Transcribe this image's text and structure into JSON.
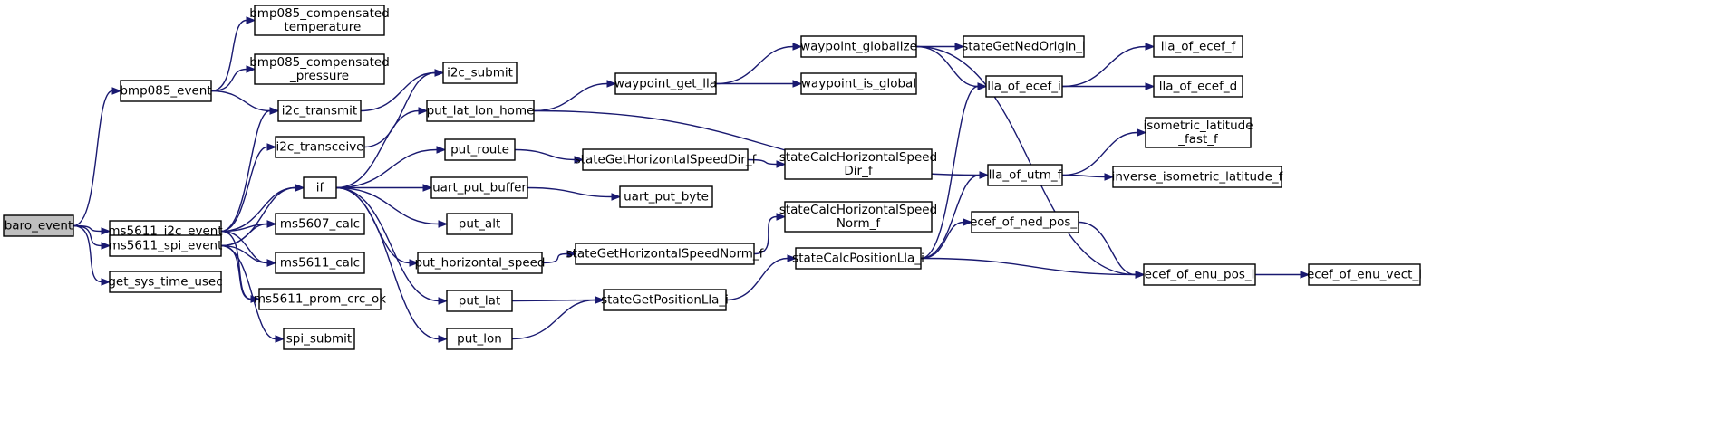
{
  "diagram": {
    "type": "call-graph",
    "colors": {
      "edge": "#191970",
      "node_border": "#000000",
      "node_fill": "#ffffff",
      "root_fill": "#bfbfbf"
    },
    "nodes": [
      {
        "id": "baro_event",
        "lines": [
          "baro_event"
        ],
        "root": true
      },
      {
        "id": "bmp085_event",
        "lines": [
          "bmp085_event"
        ]
      },
      {
        "id": "ms5611_i2c_event",
        "lines": [
          "ms5611_i2c_event"
        ]
      },
      {
        "id": "ms5611_spi_event",
        "lines": [
          "ms5611_spi_event"
        ]
      },
      {
        "id": "get_sys_time_usec",
        "lines": [
          "get_sys_time_usec"
        ]
      },
      {
        "id": "bmp085_compensated_temperature",
        "lines": [
          "bmp085_compensated",
          "_temperature"
        ]
      },
      {
        "id": "bmp085_compensated_pressure",
        "lines": [
          "bmp085_compensated",
          "_pressure"
        ]
      },
      {
        "id": "i2c_transmit",
        "lines": [
          "i2c_transmit"
        ]
      },
      {
        "id": "i2c_transceive",
        "lines": [
          "i2c_transceive"
        ]
      },
      {
        "id": "if",
        "lines": [
          "if"
        ]
      },
      {
        "id": "ms5607_calc",
        "lines": [
          "ms5607_calc"
        ]
      },
      {
        "id": "ms5611_calc",
        "lines": [
          "ms5611_calc"
        ]
      },
      {
        "id": "ms5611_prom_crc_ok",
        "lines": [
          "ms5611_prom_crc_ok"
        ]
      },
      {
        "id": "spi_submit",
        "lines": [
          "spi_submit"
        ]
      },
      {
        "id": "i2c_submit",
        "lines": [
          "i2c_submit"
        ]
      },
      {
        "id": "put_lat_lon_home",
        "lines": [
          "put_lat_lon_home"
        ]
      },
      {
        "id": "put_route",
        "lines": [
          "put_route"
        ]
      },
      {
        "id": "uart_put_buffer",
        "lines": [
          "uart_put_buffer"
        ]
      },
      {
        "id": "put_alt",
        "lines": [
          "put_alt"
        ]
      },
      {
        "id": "put_horizontal_speed",
        "lines": [
          "put_horizontal_speed"
        ]
      },
      {
        "id": "put_lat",
        "lines": [
          "put_lat"
        ]
      },
      {
        "id": "put_lon",
        "lines": [
          "put_lon"
        ]
      },
      {
        "id": "waypoint_get_lla",
        "lines": [
          "waypoint_get_lla"
        ]
      },
      {
        "id": "stateGetHorizontalSpeedDir_f",
        "lines": [
          "stateGetHorizontalSpeedDir_f"
        ]
      },
      {
        "id": "uart_put_byte",
        "lines": [
          "uart_put_byte"
        ]
      },
      {
        "id": "stateGetHorizontalSpeedNorm_f",
        "lines": [
          "stateGetHorizontalSpeedNorm_f"
        ]
      },
      {
        "id": "stateGetPositionLla_i",
        "lines": [
          "stateGetPositionLla_i"
        ]
      },
      {
        "id": "waypoint_globalize",
        "lines": [
          "waypoint_globalize"
        ]
      },
      {
        "id": "waypoint_is_global",
        "lines": [
          "waypoint_is_global"
        ]
      },
      {
        "id": "stateCalcHorizontalSpeedDir_f",
        "lines": [
          "stateCalcHorizontalSpeed",
          "Dir_f"
        ]
      },
      {
        "id": "stateCalcHorizontalSpeedNorm_f",
        "lines": [
          "stateCalcHorizontalSpeed",
          "Norm_f"
        ]
      },
      {
        "id": "stateCalcPositionLla_i",
        "lines": [
          "stateCalcPositionLla_i"
        ]
      },
      {
        "id": "stateGetNedOrigin_i",
        "lines": [
          "stateGetNedOrigin_i"
        ]
      },
      {
        "id": "lla_of_ecef_i",
        "lines": [
          "lla_of_ecef_i"
        ]
      },
      {
        "id": "lla_of_utm_f",
        "lines": [
          "lla_of_utm_f"
        ]
      },
      {
        "id": "ecef_of_ned_pos_i",
        "lines": [
          "ecef_of_ned_pos_i"
        ]
      },
      {
        "id": "ecef_of_enu_pos_i",
        "lines": [
          "ecef_of_enu_pos_i"
        ]
      },
      {
        "id": "lla_of_ecef_f",
        "lines": [
          "lla_of_ecef_f"
        ]
      },
      {
        "id": "lla_of_ecef_d",
        "lines": [
          "lla_of_ecef_d"
        ]
      },
      {
        "id": "isometric_latitude_fast_f",
        "lines": [
          "isometric_latitude",
          "_fast_f"
        ]
      },
      {
        "id": "inverse_isometric_latitude_f",
        "lines": [
          "inverse_isometric_latitude_f"
        ]
      },
      {
        "id": "ecef_of_enu_vect_i",
        "lines": [
          "ecef_of_enu_vect_i"
        ]
      }
    ],
    "edges": [
      [
        "baro_event",
        "bmp085_event"
      ],
      [
        "baro_event",
        "ms5611_i2c_event"
      ],
      [
        "baro_event",
        "ms5611_spi_event"
      ],
      [
        "baro_event",
        "get_sys_time_usec"
      ],
      [
        "bmp085_event",
        "bmp085_compensated_temperature"
      ],
      [
        "bmp085_event",
        "bmp085_compensated_pressure"
      ],
      [
        "bmp085_event",
        "i2c_transmit"
      ],
      [
        "ms5611_i2c_event",
        "i2c_transmit"
      ],
      [
        "ms5611_i2c_event",
        "i2c_transceive"
      ],
      [
        "ms5611_i2c_event",
        "if"
      ],
      [
        "ms5611_i2c_event",
        "ms5607_calc"
      ],
      [
        "ms5611_i2c_event",
        "ms5611_calc"
      ],
      [
        "ms5611_i2c_event",
        "ms5611_prom_crc_ok"
      ],
      [
        "ms5611_spi_event",
        "if"
      ],
      [
        "ms5611_spi_event",
        "ms5607_calc"
      ],
      [
        "ms5611_spi_event",
        "ms5611_calc"
      ],
      [
        "ms5611_spi_event",
        "ms5611_prom_crc_ok"
      ],
      [
        "ms5611_spi_event",
        "spi_submit"
      ],
      [
        "i2c_transmit",
        "i2c_submit"
      ],
      [
        "i2c_transceive",
        "i2c_submit"
      ],
      [
        "if",
        "put_lat_lon_home"
      ],
      [
        "if",
        "put_route"
      ],
      [
        "if",
        "uart_put_buffer"
      ],
      [
        "if",
        "put_alt"
      ],
      [
        "if",
        "put_horizontal_speed"
      ],
      [
        "if",
        "put_lat"
      ],
      [
        "if",
        "put_lon"
      ],
      [
        "put_lat_lon_home",
        "waypoint_get_lla"
      ],
      [
        "put_lat_lon_home",
        "lla_of_utm_f"
      ],
      [
        "put_route",
        "stateGetHorizontalSpeedDir_f"
      ],
      [
        "uart_put_buffer",
        "uart_put_byte"
      ],
      [
        "put_horizontal_speed",
        "stateGetHorizontalSpeedNorm_f"
      ],
      [
        "put_lat",
        "stateGetPositionLla_i"
      ],
      [
        "put_lon",
        "stateGetPositionLla_i"
      ],
      [
        "waypoint_get_lla",
        "waypoint_globalize"
      ],
      [
        "waypoint_get_lla",
        "waypoint_is_global"
      ],
      [
        "stateGetHorizontalSpeedDir_f",
        "stateCalcHorizontalSpeedDir_f"
      ],
      [
        "stateGetHorizontalSpeedNorm_f",
        "stateCalcHorizontalSpeedNorm_f"
      ],
      [
        "stateGetPositionLla_i",
        "stateCalcPositionLla_i"
      ],
      [
        "waypoint_globalize",
        "stateGetNedOrigin_i"
      ],
      [
        "waypoint_globalize",
        "lla_of_ecef_i"
      ],
      [
        "waypoint_globalize",
        "ecef_of_enu_pos_i"
      ],
      [
        "stateCalcPositionLla_i",
        "lla_of_ecef_i"
      ],
      [
        "stateCalcPositionLla_i",
        "lla_of_utm_f"
      ],
      [
        "stateCalcPositionLla_i",
        "ecef_of_ned_pos_i"
      ],
      [
        "stateCalcPositionLla_i",
        "ecef_of_enu_pos_i"
      ],
      [
        "lla_of_ecef_i",
        "lla_of_ecef_f"
      ],
      [
        "lla_of_ecef_i",
        "lla_of_ecef_d"
      ],
      [
        "lla_of_utm_f",
        "isometric_latitude_fast_f"
      ],
      [
        "lla_of_utm_f",
        "inverse_isometric_latitude_f"
      ],
      [
        "ecef_of_ned_pos_i",
        "ecef_of_enu_pos_i"
      ],
      [
        "ecef_of_enu_pos_i",
        "ecef_of_enu_vect_i"
      ]
    ]
  }
}
